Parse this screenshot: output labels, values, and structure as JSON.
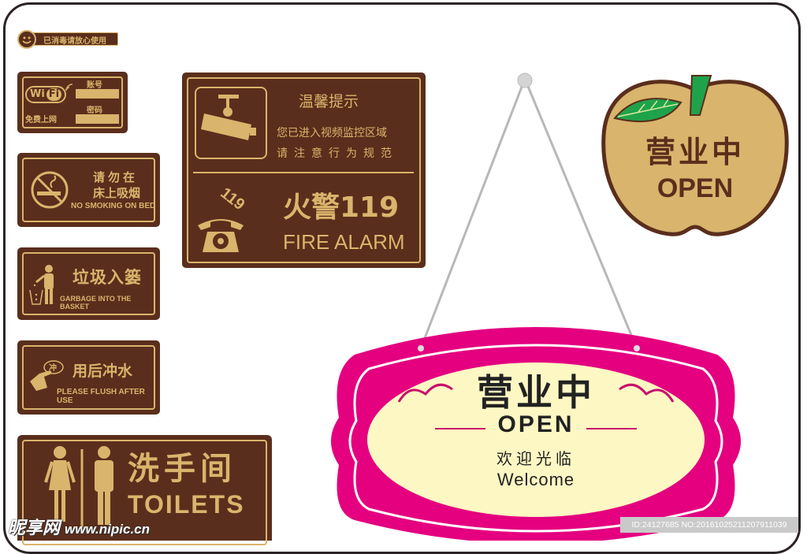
{
  "colors": {
    "sign_brown": "#5a2e1c",
    "sign_gold": "#d9b46c",
    "apple_fill": "#d9b46c",
    "leaf_green": "#1fa34a",
    "hanging_pink": "#e4007f",
    "hanging_cream": "#fdf7c3",
    "frame": "#2b2324"
  },
  "sterilized_badge": {
    "icon": "smiley-face-icon",
    "text": "已消毒请放心使用"
  },
  "wifi_sign": {
    "logo_wi": "Wi",
    "logo_fi": "Fi",
    "free_text": "免费上网",
    "account_label": "账号",
    "password_label": "密码",
    "icon": "wifi-signal-icon"
  },
  "no_smoking_sign": {
    "icon": "no-smoking-icon",
    "line1": "请勿在",
    "line2": "床上吸烟",
    "english": "NO SMOKING ON BED"
  },
  "garbage_sign": {
    "icon": "trash-person-icon",
    "title": "垃圾入篓",
    "english": "GARBAGE INTO THE BASKET"
  },
  "flush_sign": {
    "icon": "hand-press-flush-icon",
    "badge": "冲",
    "title": "用后冲水",
    "english": "PLEASE FLUSH AFTER USE"
  },
  "toilet_sign": {
    "icon": "woman-man-restroom-icon",
    "title": "洗手间",
    "english": "TOILETS"
  },
  "cctv_fire_sign": {
    "camera_icon": "cctv-camera-icon",
    "heading": "温馨提示",
    "line1": "您已进入视频监控区域",
    "line2": "请注意行为规范",
    "phone_icon": "rotary-phone-icon",
    "phone_number": "119",
    "fire_title": "火警119",
    "english": "FIRE ALARM"
  },
  "apple_sign": {
    "title": "营业中",
    "english": "OPEN"
  },
  "hanging_sign": {
    "title": "营业中",
    "english": "OPEN",
    "welcome_cn": "欢迎光临",
    "welcome_en": "Welcome"
  },
  "watermark": {
    "site_cn": "昵享网",
    "site_url": "www.nipic.cn",
    "id_text": "ID:24127685 NO:20161025211207911039"
  }
}
